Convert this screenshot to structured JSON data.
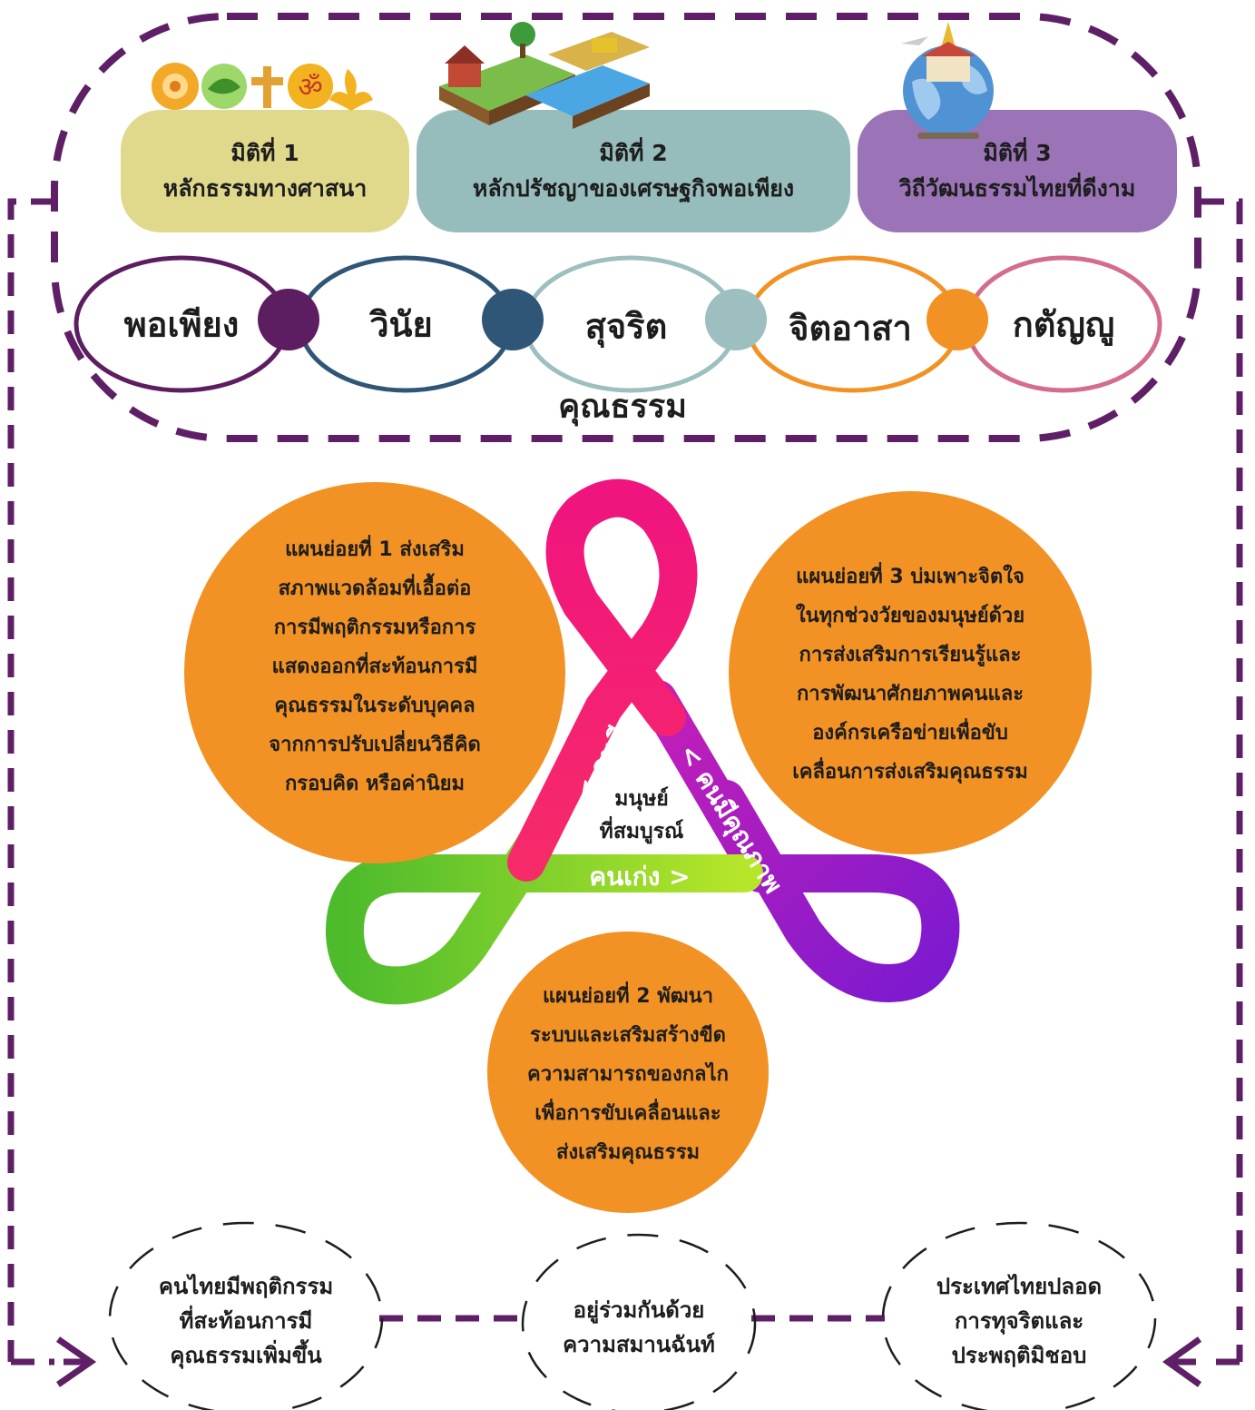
{
  "colors": {
    "dash_purple": "#5e1f66",
    "dim1": "#e0d98c",
    "dim2": "#96bdbb",
    "dim3": "#9b74b7",
    "orange": "#f39224",
    "ring_purple": "#5d1d61",
    "ring_navy": "#2f5677",
    "ring_teal": "#9ebfbf",
    "ring_orange": "#f39224",
    "ring_pink": "#d46c8c",
    "ribbon_pink": "#ee1f7a",
    "ribbon_green": "#5cc62a",
    "ribbon_purple": "#9a1fc4"
  },
  "dimensions": [
    {
      "line1": "มิติที่ 1",
      "line2": "หลักธรรมทางศาสนา",
      "icon": "religious-symbols-icon"
    },
    {
      "line1": "มิติที่ 2",
      "line2": "หลักปรัชญาของเศรษฐกิจพอเพียง",
      "icon": "farm-illustration-icon"
    },
    {
      "line1": "มิติที่ 3",
      "line2": "วิถีวัฒนธรรมไทยที่ดีงาม",
      "icon": "thai-globe-temple-icon"
    }
  ],
  "virtues": [
    "พอเพียง",
    "วินัย",
    "สุจริต",
    "จิตอาสา",
    "กตัญญู"
  ],
  "virtue_title": "คุณธรรม",
  "ribbon": {
    "good_person": "คนดี",
    "quality_person": "คนมีคุณภาพ",
    "skilled_person": "คนเก่ง",
    "center_line1": "มนุษย์",
    "center_line2": "ที่สมบูรณ์"
  },
  "subplans": {
    "plan1": [
      "แผนย่อยที่ 1 ส่งเสริม",
      "สภาพแวดล้อมที่เอื้อต่อ",
      "การมีพฤติกรรมหรือการ",
      "แสดงออกที่สะท้อนการมี",
      "คุณธรรมในระดับบุคคล",
      "จากการปรับเปลี่ยนวิธีคิด",
      "กรอบคิด หรือค่านิยม"
    ],
    "plan2": [
      "แผนย่อยที่ 2 พัฒนา",
      "ระบบและเสริมสร้างขีด",
      "ความสามารถของกลไก",
      "เพื่อการขับเคลื่อนและ",
      "ส่งเสริมคุณธรรม"
    ],
    "plan3": [
      "แผนย่อยที่ 3 บ่มเพาะจิตใจ",
      "ในทุกช่วงวัยของมนุษย์ด้วย",
      "การส่งเสริมการเรียนรู้และ",
      "การพัฒนาศักยภาพคนและ",
      "องค์กรเครือข่ายเพื่อขับ",
      "เคลื่อนการส่งเสริมคุณธรรม"
    ]
  },
  "outcomes": {
    "left": [
      "คนไทยมีพฤติกรรม",
      "ที่สะท้อนการมี",
      "คุณธรรมเพิ่มขึ้น"
    ],
    "middle": [
      "อยู่ร่วมกันด้วย",
      "ความสมานฉันท์"
    ],
    "right": [
      "ประเทศไทยปลอด",
      "การทุจริตและ",
      "ประพฤติมิชอบ"
    ]
  }
}
